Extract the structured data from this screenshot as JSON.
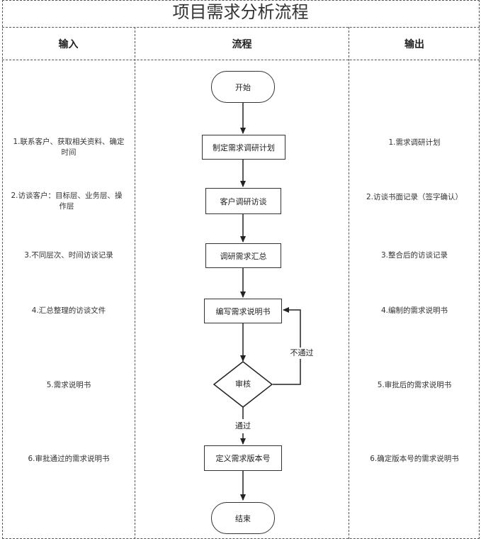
{
  "title": "项目需求分析流程",
  "columns": {
    "input": "输入",
    "process": "流程",
    "output": "输出"
  },
  "inputs": [
    "1.联系客户、获取相关资料、确定时间",
    "2.访谈客户：目标层、业务层、操作层",
    "3.不同层次、时间访谈记录",
    "4.汇总整理的访谈文件",
    "5.需求说明书",
    "6.审批通过的需求说明书"
  ],
  "outputs": [
    "1.需求调研计划",
    "2.访谈书面记录（签字确认）",
    "3.整合后的访谈记录",
    "4.编制的需求说明书",
    "5.审批后的需求说明书",
    "6.确定版本号的需求说明书"
  ],
  "flow": {
    "start": "开始",
    "step1": "制定需求调研计划",
    "step2": "客户调研访谈",
    "step3": "调研需求汇总",
    "step4": "编写需求说明书",
    "decision": "审核",
    "reject_label": "不通过",
    "pass_label": "通过",
    "step5": "定义需求版本号",
    "end": "结束"
  }
}
